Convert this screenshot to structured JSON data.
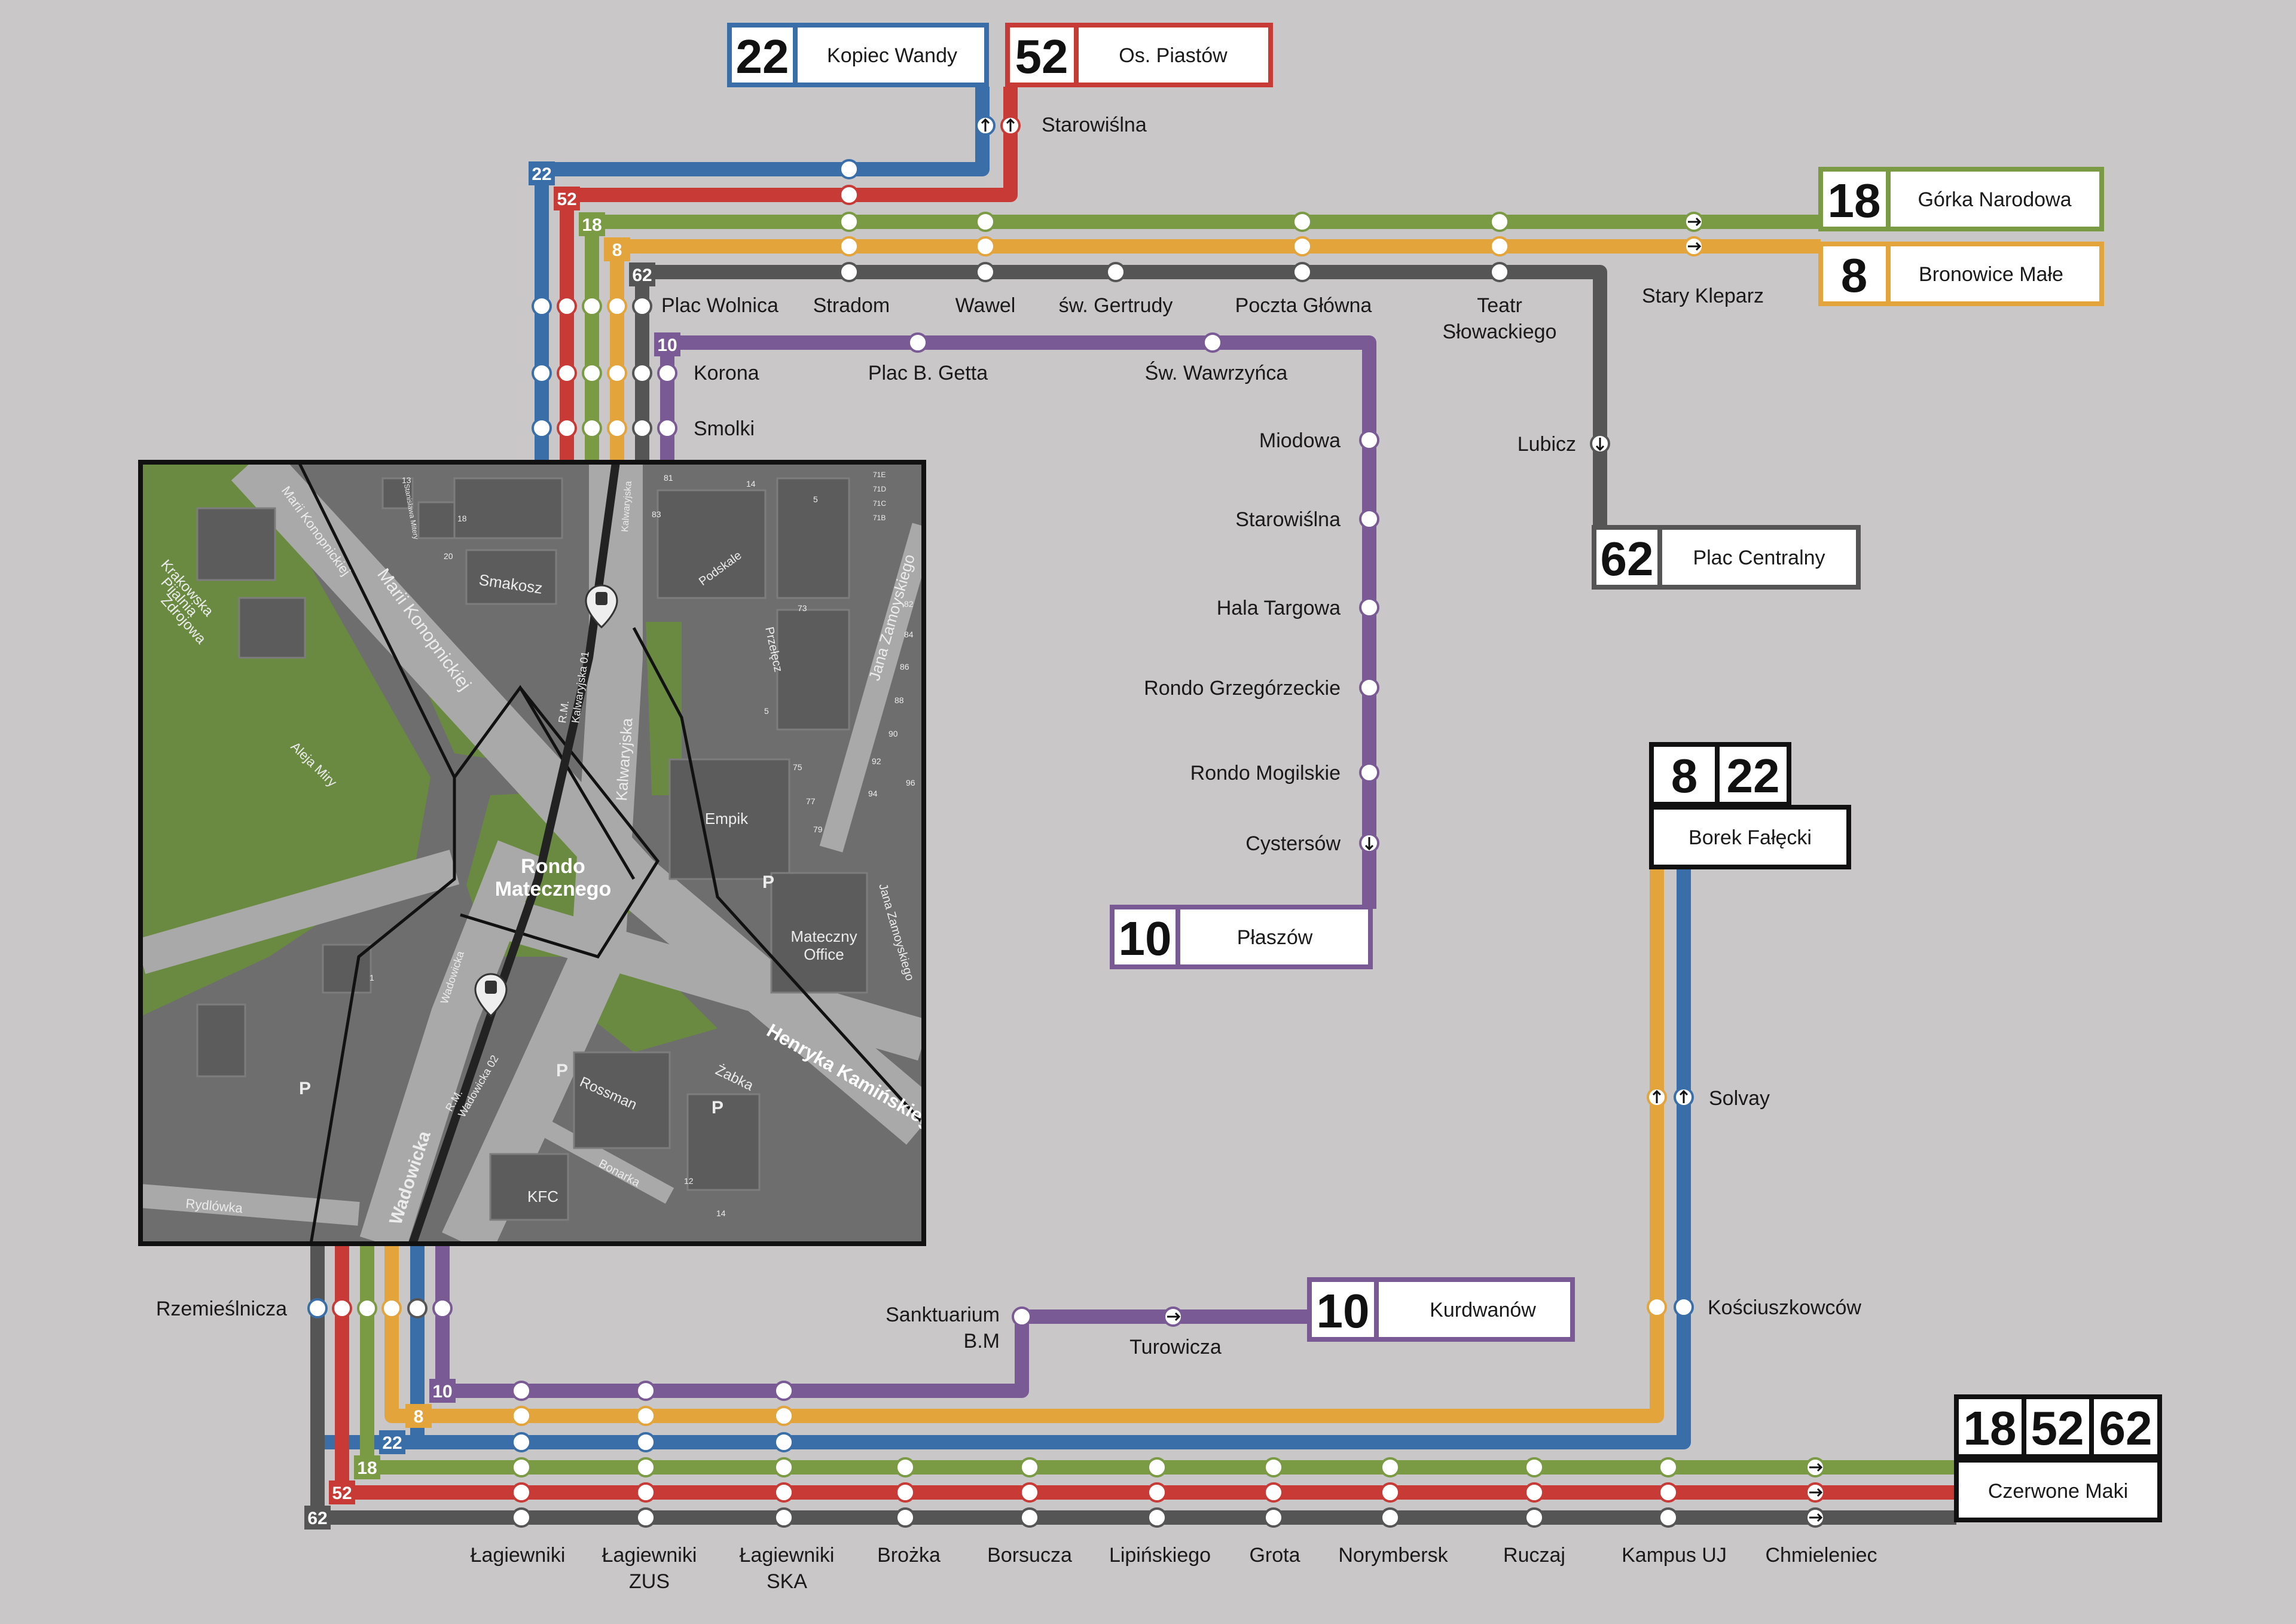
{
  "colors": {
    "line22": "#3a6ea8",
    "line52": "#c83a36",
    "line18": "#7a9a44",
    "line8": "#e3a43c",
    "line62": "#555555",
    "line10": "#7a5a94",
    "background": "#c9c7c8",
    "map_building": "#6e6e6e",
    "map_road": "#a9a9a9",
    "map_green": "#6a8a42",
    "map_dark": "#5c5c5c"
  },
  "terminals": {
    "t22_kopiec": {
      "num": "22",
      "name": "Kopiec Wandy"
    },
    "t52_piastow": {
      "num": "52",
      "name": "Os. Piastów"
    },
    "t18_gorka": {
      "num": "18",
      "name": "Górka Narodowa"
    },
    "t8_bronowice": {
      "num": "8",
      "name": "Bronowice Małe"
    },
    "t62_centralny": {
      "num": "62",
      "name": "Plac Centralny"
    },
    "t10_plaszow": {
      "num": "10",
      "name": "Płaszów"
    },
    "t8_22_borek": {
      "nums": [
        "8",
        "22"
      ],
      "name": "Borek Fałęcki"
    },
    "t10_kurdwanow": {
      "num": "10",
      "name": "Kurdwanów"
    },
    "t18_52_62_maki": {
      "nums": [
        "18",
        "52",
        "62"
      ],
      "name": "Czerwone Maki"
    }
  },
  "line_badges": {
    "north": [
      "22",
      "52",
      "18",
      "8",
      "62",
      "10"
    ],
    "south": [
      "10",
      "8",
      "22",
      "18",
      "52",
      "62"
    ]
  },
  "stops": {
    "starowislna_n": "Starowiślna",
    "plac_wolnica": "Plac Wolnica",
    "stradom": "Stradom",
    "wawel": "Wawel",
    "gertrudy": "św. Gertrudy",
    "poczta": "Poczta Główna",
    "teatr": [
      "Teatr",
      "Słowackiego"
    ],
    "stary_kleparz": "Stary Kleparz",
    "lubicz": "Lubicz",
    "korona": "Korona",
    "smolki": "Smolki",
    "getta": "Plac B. Getta",
    "wawrzynca": "Św. Wawrzyńca",
    "miodowa": "Miodowa",
    "starowislna_p": "Starowiślna",
    "hala": "Hala Targowa",
    "grzegorzeckie": "Rondo Grzegórzeckie",
    "mogilskie": "Rondo Mogilskie",
    "cystersow": "Cystersów",
    "solvay": "Solvay",
    "kosciuszkowcow": "Kościuszkowców",
    "rzemieslnicza": "Rzemieślnicza",
    "sanktuarium": [
      "Sanktuarium",
      "B.M"
    ],
    "turowicza": "Turowicza",
    "lagiewniki": "Łagiewniki",
    "lag_zus": [
      "Łagiewniki",
      "ZUS"
    ],
    "lag_ska": [
      "Łagiewniki",
      "SKA"
    ],
    "brozka": "Brożka",
    "borsucza": "Borsucza",
    "lipinskiego": "Lipińskiego",
    "grota": "Grota",
    "norymbersk": "Norymbersk",
    "ruczaj": "Ruczaj",
    "kampus": "Kampus UJ",
    "chmieleniec": "Chmieleniec"
  },
  "map": {
    "rondo": [
      "Rondo",
      "Matecznego"
    ],
    "streets": {
      "konopnickiej1": "Marii Konopnickiej",
      "konopnickiej2": "Marii Konopnickiej",
      "kalwaryjska": "Kalwaryjska",
      "kalwaryjska_top": "Kalwaryjska",
      "zamoyskiego1": "Jana Zamoyskiego",
      "zamoyskiego2": "Jana Zamoyskiego",
      "kaminskiego": "Henryka Kamińskiego",
      "wadowicka": "Wadowicka",
      "wadowicka_small": "Wadowicka",
      "rydlowka": "Rydlówka",
      "bonarka": "Bonarka",
      "podgorze": "Podskale",
      "przelecz": "Przełęcz",
      "aleja": "Aleja Miry",
      "stanislawa": "Stanisława Mitery"
    },
    "places": {
      "pijalnia": [
        "Krakowska",
        "Pijalnia",
        "Zdrojowa"
      ],
      "smakosz": "Smakosz",
      "empik": "Empik",
      "office": [
        "Mateczny",
        "Office"
      ],
      "rossman": "Rossman",
      "zabka": "Żabka",
      "kfc": "KFC",
      "parking": "P"
    },
    "tram_stops": {
      "kalwaryjska01": [
        "R.M.",
        "Kalwaryjska 01"
      ],
      "wadowicka02": [
        "R.M.",
        "Wadowicka 02"
      ]
    },
    "house_numbers": [
      "13",
      "18",
      "20",
      "81",
      "83",
      "14",
      "5",
      "73",
      "82",
      "84",
      "86",
      "88",
      "90",
      "92",
      "94",
      "96",
      "5",
      "75",
      "77",
      "79",
      "12",
      "14",
      "1",
      "71E",
      "71D",
      "71C",
      "71B"
    ]
  }
}
